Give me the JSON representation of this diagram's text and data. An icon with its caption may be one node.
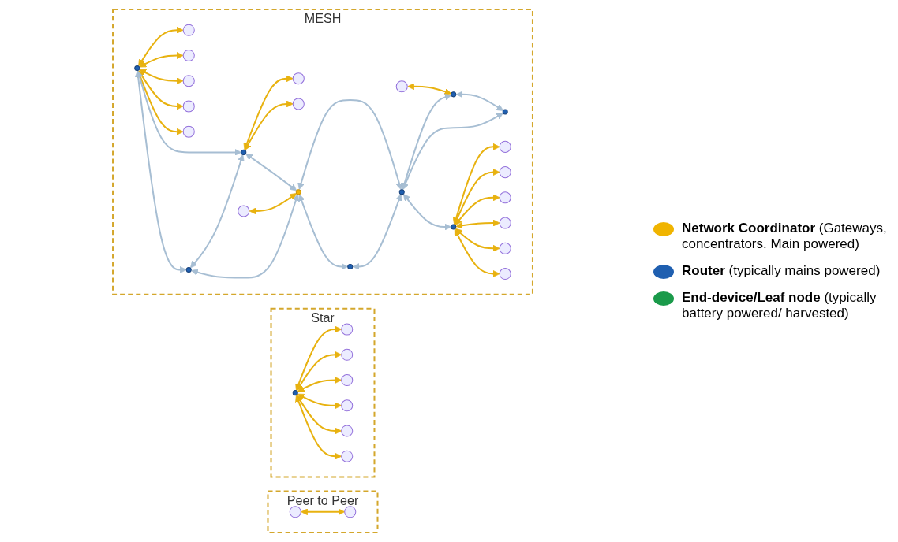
{
  "diagram": {
    "nodes": [
      {
        "text": [
          "Peer to Peer"
        ]
      },
      {
        "text": [],
        "shape": "circle",
        "in": 0
      },
      {
        "text": [],
        "shape": "circle",
        "in": 0
      },
      {
        "text": [
          "Star"
        ]
      },
      {
        "text": [],
        "shape": "circle",
        "in": 3
      },
      {
        "text": [],
        "shape": "circle",
        "in": 3
      },
      {
        "text": [],
        "shape": "circle",
        "in": 3
      },
      {
        "text": [],
        "shape": "circle",
        "in": 3
      },
      {
        "text": [],
        "shape": "circle",
        "in": 3
      },
      {
        "text": [],
        "shape": "circle",
        "in": 3
      },
      {
        "text": [],
        "shape": "circle",
        "in": 3
      },
      {
        "text": [
          "MESH"
        ]
      },
      {
        "text": [],
        "shape": "circle",
        "in": 11
      },
      {
        "text": [],
        "shape": "circle",
        "in": 11
      },
      {
        "text": [],
        "shape": "circle",
        "in": 11
      },
      {
        "text": [],
        "shape": "circle",
        "in": 11
      },
      {
        "text": [],
        "shape": "circle",
        "in": 11
      },
      {
        "text": [],
        "shape": "circle",
        "in": 11
      },
      {
        "text": [],
        "shape": "circle",
        "in": 11
      },
      {
        "text": [],
        "shape": "circle",
        "in": 11
      },
      {
        "text": [],
        "shape": "circle",
        "in": 11
      },
      {
        "text": [],
        "shape": "circle",
        "in": 11
      },
      {
        "text": [],
        "shape": "circle",
        "in": 11
      },
      {
        "text": [],
        "shape": "circle",
        "in": 11
      },
      {
        "text": [],
        "shape": "circle",
        "in": 11
      },
      {
        "text": [],
        "shape": "circle",
        "in": 11
      },
      {
        "text": [],
        "shape": "circle",
        "in": 11
      },
      {
        "text": [],
        "shape": "circle",
        "in": 11
      },
      {
        "text": [],
        "shape": "circle",
        "in": 11
      },
      {
        "text": [],
        "shape": "circle",
        "in": 11
      },
      {
        "text": [],
        "shape": "circle",
        "in": 11
      },
      {
        "text": [],
        "shape": "circle",
        "in": 11
      },
      {
        "text": [],
        "shape": "circle",
        "in": 11
      },
      {
        "text": [],
        "shape": "circle",
        "in": 11
      },
      {
        "text": [],
        "shape": "circle",
        "in": 11
      },
      {
        "text": [],
        "shape": "circle",
        "in": 11
      }
    ],
    "edges": [
      {
        "from": 1,
        "to": 2,
        "arrow": "both"
      },
      {
        "from": 4,
        "to": 5,
        "arrow": "both"
      },
      {
        "from": 4,
        "to": 6,
        "arrow": "both"
      },
      {
        "from": 4,
        "to": 7,
        "arrow": "both"
      },
      {
        "from": 4,
        "to": 8,
        "arrow": "both"
      },
      {
        "from": 4,
        "to": 9,
        "arrow": "both"
      },
      {
        "from": 4,
        "to": 10,
        "arrow": "both"
      },
      {
        "from": 19,
        "to": 12,
        "arrow": "both"
      },
      {
        "from": 19,
        "to": 14,
        "arrow": "both"
      },
      {
        "from": 19,
        "to": 15,
        "arrow": "both"
      },
      {
        "from": 19,
        "to": 20,
        "arrow": "both"
      },
      {
        "from": 19,
        "to": 24,
        "arrow": "both"
      },
      {
        "from": 17,
        "to": 13,
        "arrow": "both"
      },
      {
        "from": 17,
        "to": 22,
        "arrow": "both"
      },
      {
        "from": 16,
        "to": 18,
        "arrow": "both"
      },
      {
        "from": 25,
        "to": 26,
        "arrow": "both"
      },
      {
        "from": 30,
        "to": 27,
        "arrow": "both"
      },
      {
        "from": 30,
        "to": 29,
        "arrow": "both"
      },
      {
        "from": 30,
        "to": 31,
        "arrow": "both"
      },
      {
        "from": 30,
        "to": 33,
        "arrow": "both"
      },
      {
        "from": 30,
        "to": 34,
        "arrow": "both"
      },
      {
        "from": 30,
        "to": 35,
        "arrow": "both"
      },
      {
        "from": 19,
        "to": 17,
        "arrow": "both",
        "color": "#a7bed3"
      },
      {
        "from": 19,
        "to": 23,
        "arrow": "both",
        "color": "#a7bed3"
      },
      {
        "from": 23,
        "to": 17,
        "arrow": "both",
        "color": "#a7bed3"
      },
      {
        "from": 17,
        "to": 26,
        "arrow": "both",
        "color": "#a7bed3"
      },
      {
        "from": 23,
        "to": 26,
        "arrow": "both",
        "color": "#a7bed3"
      },
      {
        "from": 26,
        "to": 28,
        "arrow": "both",
        "color": "#a7bed3"
      },
      {
        "from": 26,
        "to": 32,
        "arrow": "both",
        "color": "#a7bed3"
      },
      {
        "from": 32,
        "to": 28,
        "arrow": "both",
        "color": "#a7bed3"
      },
      {
        "from": 28,
        "to": 18,
        "arrow": "both",
        "color": "#a7bed3"
      },
      {
        "from": 28,
        "to": 21,
        "arrow": "both",
        "color": "#a7bed3"
      },
      {
        "from": 18,
        "to": 21,
        "arrow": "both",
        "color": "#a7bed3"
      },
      {
        "from": 28,
        "to": 30,
        "arrow": "both",
        "color": "#a7bed3"
      }
    ],
    "legend": [
      {
        "text": "**Network Coordinator** (Gateways, concentrators. Main powered)",
        "color": "#f0b400"
      },
      {
        "text": "**Router** (typically mains powered)",
        "color": "#1f5fb0"
      },
      {
        "text": "**End-device/Leaf node** (typically battery powered/ harvested)",
        "color": "#1a9a4a"
      }
    ]
  }
}
